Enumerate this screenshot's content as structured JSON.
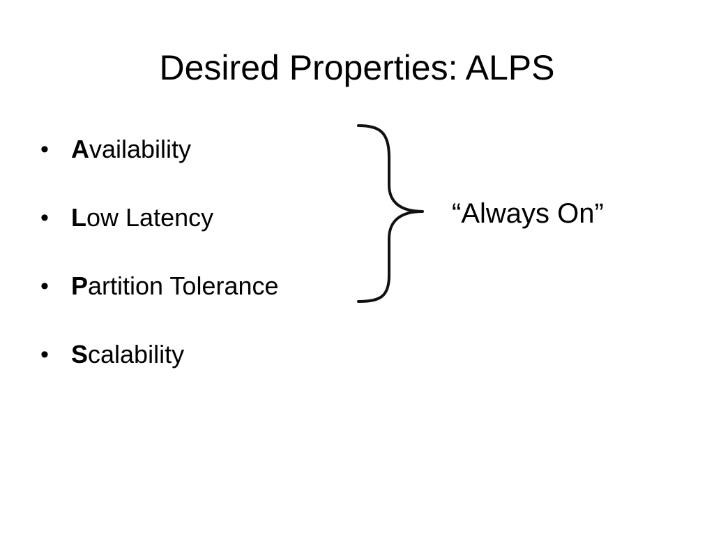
{
  "slide": {
    "title": "Desired Properties: ALPS",
    "bullets": [
      {
        "initial": "A",
        "rest": "vailability"
      },
      {
        "initial": "L",
        "rest": "ow Latency"
      },
      {
        "initial": "P",
        "rest": "artition Tolerance"
      },
      {
        "initial": "S",
        "rest": "calability"
      }
    ],
    "brace_label": "“Always On”",
    "bullet_glyph": "•"
  }
}
